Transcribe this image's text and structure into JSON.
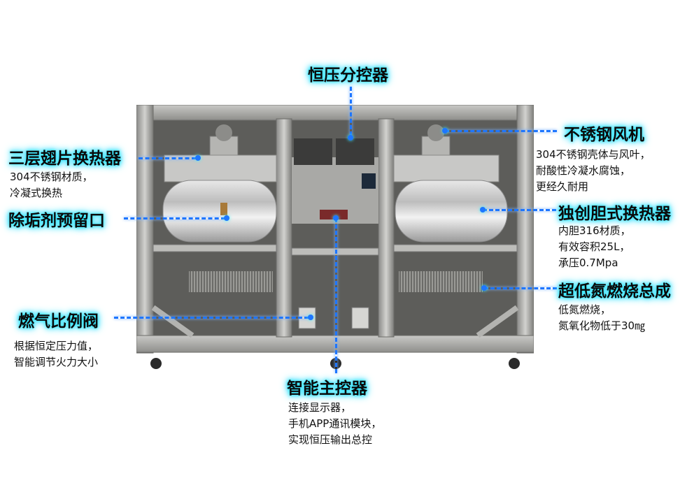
{
  "labels": {
    "controller_split": {
      "title": "恒压分控器"
    },
    "fin_exchanger": {
      "title": "三层翅片换热器",
      "lines": [
        "304不锈钢材质，",
        "冷凝式换热"
      ]
    },
    "descaler_port": {
      "title": "除垢剂预留口"
    },
    "gas_valve": {
      "title": "燃气比例阀",
      "lines": [
        "根据恒定压力值，",
        "智能调节火力大小"
      ]
    },
    "stainless_fan": {
      "title": "不锈钢风机",
      "lines": [
        "304不锈钢壳体与风叶，",
        "耐酸性冷凝水腐蚀，",
        "更经久耐用"
      ]
    },
    "tank_exchanger": {
      "title": "独创胆式换热器",
      "lines": [
        "内胆316材质，",
        "有效容积25L，",
        "承压0.7Mpa"
      ]
    },
    "low_nox": {
      "title": "超低氮燃烧总成",
      "lines": [
        "低氮燃烧，",
        "氮氧化物低于30㎎"
      ]
    },
    "main_controller": {
      "title": "智能主控器",
      "lines": [
        "连接显示器，",
        "手机APP通讯模块，",
        "实现恒压输出总控"
      ]
    }
  },
  "colors": {
    "glow": "#18d8ff",
    "leader_line": "#1e76ff"
  }
}
